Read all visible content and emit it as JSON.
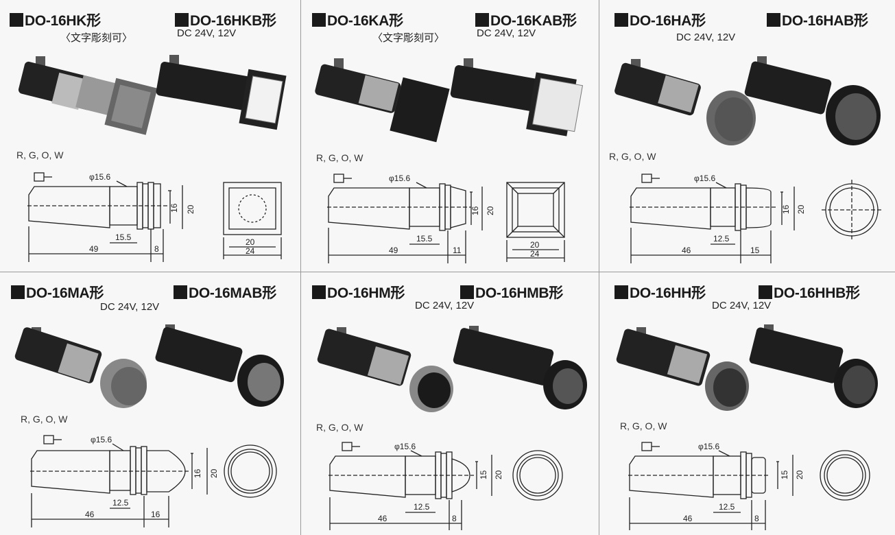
{
  "panels": [
    {
      "model_a": "DO-16HK形",
      "model_b": "DO-16HKB形",
      "note": "〈文字彫刻可〉",
      "voltage": "DC 24V, 12V",
      "colors": "R, G, O, W",
      "dims": {
        "dia": "φ15.6",
        "h1": "16",
        "h2": "20",
        "len": "49",
        "bl": "15.5",
        "tail": "8",
        "fw1": "20",
        "fw2": "24"
      }
    },
    {
      "model_a": "DO-16KA形",
      "model_b": "DO-16KAB形",
      "note": "〈文字彫刻可〉",
      "voltage": "DC 24V, 12V",
      "colors": "R, G, O, W",
      "dims": {
        "dia": "φ15.6",
        "h1": "16",
        "h2": "20",
        "len": "49",
        "bl": "15.5",
        "tail": "11",
        "fw1": "20",
        "fw2": "24"
      }
    },
    {
      "model_a": "DO-16HA形",
      "model_b": "DO-16HAB形",
      "voltage": "DC 24V, 12V",
      "colors": "R, G, O, W",
      "dims": {
        "dia": "φ15.6",
        "h1": "16",
        "h2": "20",
        "len": "46",
        "bl": "12.5",
        "tail": "15"
      }
    },
    {
      "model_a": "DO-16MA形",
      "model_b": "DO-16MAB形",
      "voltage": "DC 24V, 12V",
      "colors": "R, G, O, W",
      "dims": {
        "dia": "φ15.6",
        "h1": "16",
        "h2": "20",
        "len": "46",
        "bl": "12.5",
        "tail": "16"
      }
    },
    {
      "model_a": "DO-16HM形",
      "model_b": "DO-16HMB形",
      "voltage": "DC 24V, 12V",
      "colors": "R, G, O, W",
      "dims": {
        "dia": "φ15.6",
        "h1": "15",
        "h2": "20",
        "len": "46",
        "bl": "12.5",
        "tail": "8"
      }
    },
    {
      "model_a": "DO-16HH形",
      "model_b": "DO-16HHB形",
      "voltage": "DC 24V, 12V",
      "colors": "R, G, O, W",
      "dims": {
        "dia": "φ15.6",
        "h1": "15",
        "h2": "20",
        "len": "46",
        "bl": "12.5",
        "tail": "8"
      }
    }
  ]
}
